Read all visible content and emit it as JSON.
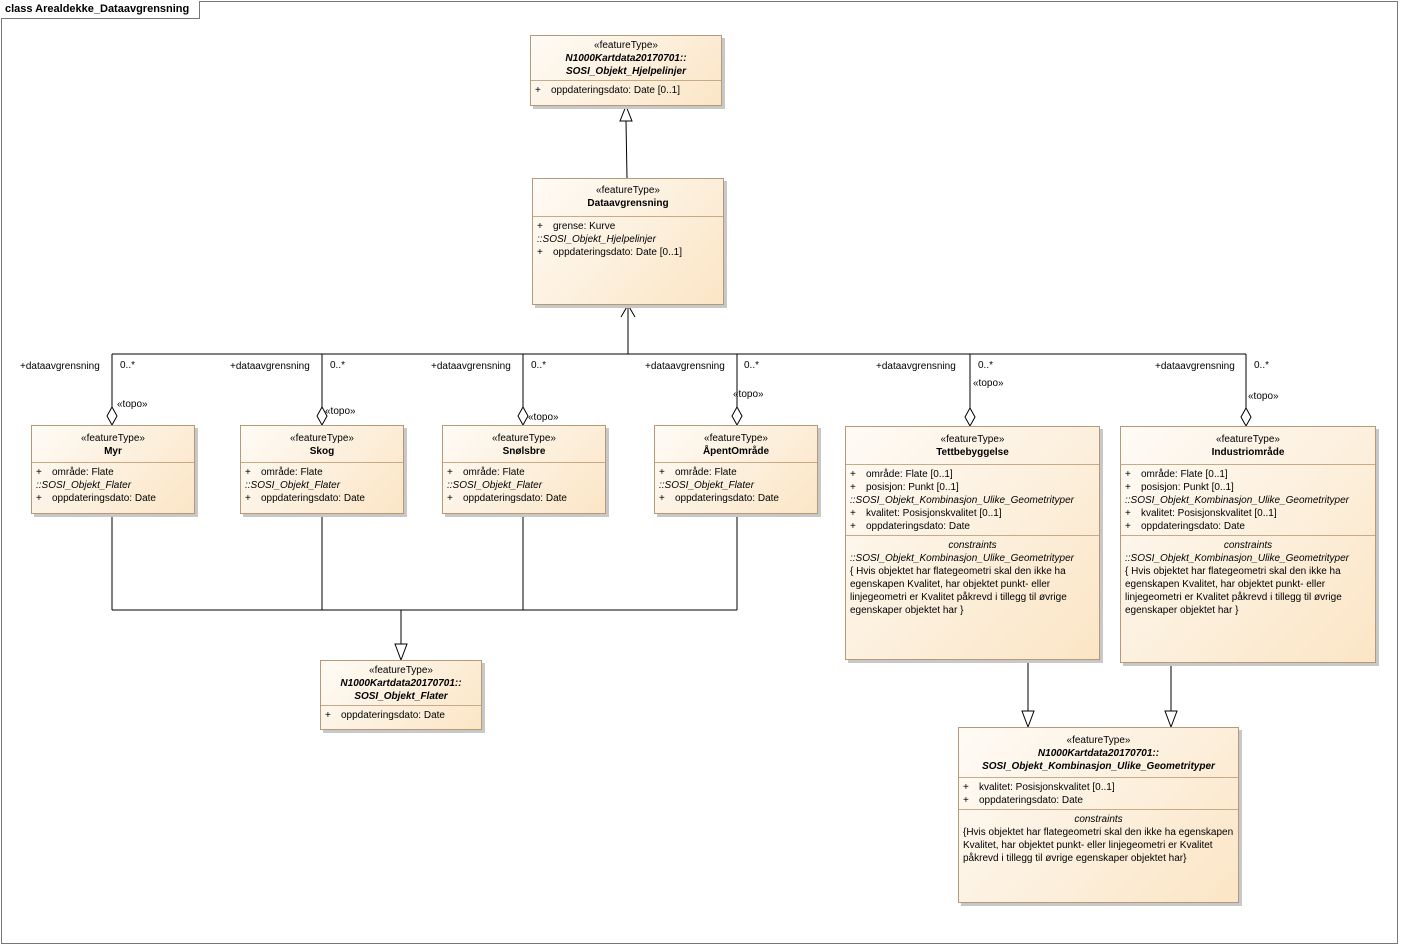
{
  "frame": {
    "title": "class Arealdekke_Dataavgrensning"
  },
  "classes": {
    "hjelpelinjer": {
      "stereotype": "«featureType»",
      "name_line1": "N1000Kartdata20170701::",
      "name_line2": "SOSI_Objekt_Hjelpelinjer",
      "attrs": [
        {
          "vis": "+",
          "text": "oppdateringsdato: Date [0..1]"
        }
      ]
    },
    "dataavgrensning": {
      "stereotype": "«featureType»",
      "name": "Dataavgrensning",
      "attrs": [
        {
          "vis": "+",
          "text": "grense: Kurve"
        }
      ],
      "inherited_from": "::SOSI_Objekt_Hjelpelinjer",
      "inherited_attrs": [
        {
          "vis": "+",
          "text": "oppdateringsdato: Date [0..1]"
        }
      ]
    },
    "myr": {
      "stereotype": "«featureType»",
      "name": "Myr",
      "attrs": [
        {
          "vis": "+",
          "text": "område: Flate"
        }
      ],
      "inherited_from": "::SOSI_Objekt_Flater",
      "inherited_attrs": [
        {
          "vis": "+",
          "text": "oppdateringsdato: Date"
        }
      ]
    },
    "skog": {
      "stereotype": "«featureType»",
      "name": "Skog",
      "attrs": [
        {
          "vis": "+",
          "text": "område: Flate"
        }
      ],
      "inherited_from": "::SOSI_Objekt_Flater",
      "inherited_attrs": [
        {
          "vis": "+",
          "text": "oppdateringsdato: Date"
        }
      ]
    },
    "snoelsbre": {
      "stereotype": "«featureType»",
      "name": "Snølsbre",
      "attrs": [
        {
          "vis": "+",
          "text": "område: Flate"
        }
      ],
      "inherited_from": "::SOSI_Objekt_Flater",
      "inherited_attrs": [
        {
          "vis": "+",
          "text": "oppdateringsdato: Date"
        }
      ]
    },
    "aapentomraade": {
      "stereotype": "«featureType»",
      "name": "ÅpentOmråde",
      "attrs": [
        {
          "vis": "+",
          "text": "område: Flate"
        }
      ],
      "inherited_from": "::SOSI_Objekt_Flater",
      "inherited_attrs": [
        {
          "vis": "+",
          "text": "oppdateringsdato: Date"
        }
      ]
    },
    "tettbebyggelse": {
      "stereotype": "«featureType»",
      "name": "Tettbebyggelse",
      "attrs": [
        {
          "vis": "+",
          "text": "område: Flate [0..1]"
        },
        {
          "vis": "+",
          "text": "posisjon: Punkt [0..1]"
        }
      ],
      "inherited_from": "::SOSI_Objekt_Kombinasjon_Ulike_Geometrityper",
      "inherited_attrs": [
        {
          "vis": "+",
          "text": "kvalitet: Posisjonskvalitet [0..1]"
        },
        {
          "vis": "+",
          "text": "oppdateringsdato: Date"
        }
      ],
      "constraints_title": "constraints",
      "constraints_from": "::SOSI_Objekt_Kombinasjon_Ulike_Geometrityper",
      "constraint_text": "{ Hvis objektet har flategeometri skal den ikke ha egenskapen Kvalitet, har objektet punkt- eller linjegeometri er Kvalitet påkrevd i tillegg til øvrige egenskaper objektet har }"
    },
    "industriomraade": {
      "stereotype": "«featureType»",
      "name": "Industriområde",
      "attrs": [
        {
          "vis": "+",
          "text": "område: Flate [0..1]"
        },
        {
          "vis": "+",
          "text": "posisjon: Punkt [0..1]"
        }
      ],
      "inherited_from": "::SOSI_Objekt_Kombinasjon_Ulike_Geometrityper",
      "inherited_attrs": [
        {
          "vis": "+",
          "text": "kvalitet: Posisjonskvalitet [0..1]"
        },
        {
          "vis": "+",
          "text": "oppdateringsdato: Date"
        }
      ],
      "constraints_title": "constraints",
      "constraints_from": "::SOSI_Objekt_Kombinasjon_Ulike_Geometrityper",
      "constraint_text": "{ Hvis objektet har flategeometri skal den ikke ha egenskapen Kvalitet, har objektet punkt- eller linjegeometri er Kvalitet påkrevd i tillegg til øvrige egenskaper objektet har }"
    },
    "flater": {
      "stereotype": "«featureType»",
      "name_line1": "N1000Kartdata20170701::",
      "name_line2": "SOSI_Objekt_Flater",
      "attrs": [
        {
          "vis": "+",
          "text": "oppdateringsdato: Date"
        }
      ]
    },
    "kombinasjon": {
      "stereotype": "«featureType»",
      "name_line1": "N1000Kartdata20170701::",
      "name_line2": "SOSI_Objekt_Kombinasjon_Ulike_Geometrityper",
      "attrs": [
        {
          "vis": "+",
          "text": "kvalitet: Posisjonskvalitet [0..1]"
        },
        {
          "vis": "+",
          "text": "oppdateringsdato: Date"
        }
      ],
      "constraints_title": "constraints",
      "constraint_text": "{Hvis objektet har flategeometri skal den ikke ha egenskapen Kvalitet, har objektet punkt- eller linjegeometri er Kvalitet påkrevd i tillegg til øvrige egenskaper objektet har}"
    }
  },
  "associations": {
    "role": "+dataavgrensning",
    "multiplicity": "0..*",
    "stereotype": "«topo»"
  }
}
